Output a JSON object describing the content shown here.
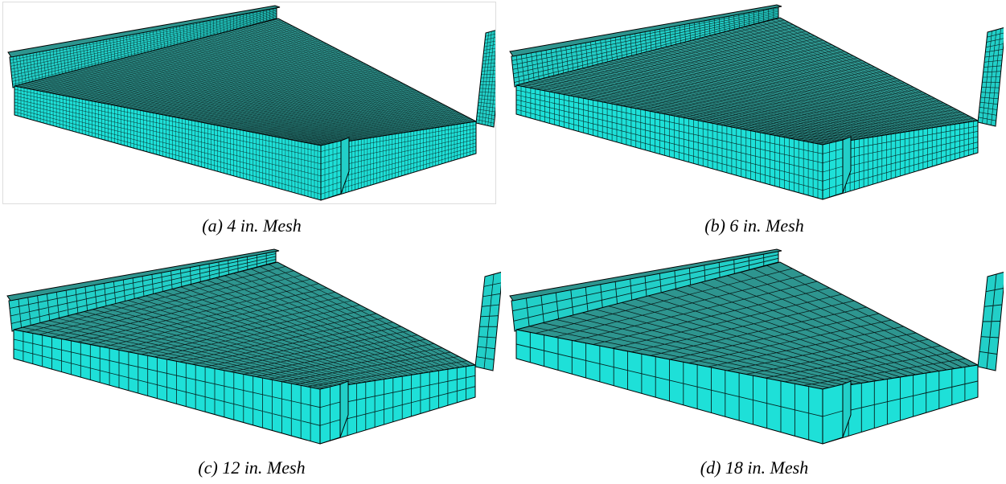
{
  "panels": [
    {
      "caption": "(a) 4 in. Mesh"
    },
    {
      "caption": "(b) 6 in. Mesh"
    },
    {
      "caption": "(c) 12 in. Mesh"
    },
    {
      "caption": "(d) 18 in. Mesh"
    }
  ],
  "colors": {
    "top_face": "#2e958f",
    "side_face": "#1ee0d8",
    "wall_face": "#22cfc8",
    "edge_line": "#000000",
    "background": "#ffffff"
  }
}
